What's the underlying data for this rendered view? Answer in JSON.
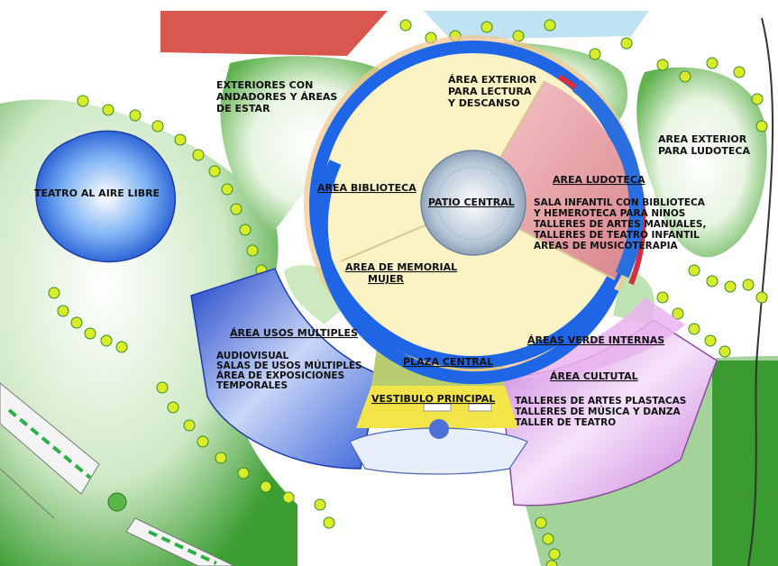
{
  "labels": {
    "exteriores_line1": "EXTERIORES CON",
    "exteriores_line2": "ANDADORES Y ÁREAS",
    "exteriores_line3": "DE ESTAR",
    "lectura_line1": "ÁREA EXTERIOR",
    "lectura_line2": "PARA LECTURA",
    "lectura_line3": "Y DESCANSO",
    "ludoteca_ext_line1": "AREA EXTERIOR",
    "ludoteca_ext_line2": "PARA LUDOTECA",
    "teatro_aire": "TEATRO AL AIRE LIBRE",
    "biblioteca": "AREA BIBLIOTECA",
    "patio": "PATIO CENTRAL",
    "ludoteca": "AREA LUDOTECA",
    "ludoteca_desc": [
      "SALA INFANTIL CON BIBLIOTECA",
      "Y HEMEROTECA PARA NINOS",
      "TALLERES DE ARTES MANUALES,",
      "TALLERES  DE TEATRO INFANTIL",
      "AREAS DE MUSICOTERAPIA"
    ],
    "memorial_line1": "AREA DE MEMORIAL",
    "memorial_line2": "MUJER",
    "usos": "ÁREA USOS MÚLTIPLES",
    "usos_desc": [
      "AUDIOVISUAL",
      "SALAS DE USOS MÚLTIPLES",
      "ÁREA DE EXPOSICIONES",
      " TEMPORALES"
    ],
    "plaza": "PLAZA CENTRAL",
    "verde": "ÁREAS VERDE INTERNAS",
    "vestibulo": "VESTIBULO PRINCIPAL",
    "cultural": "ÁREA CULTUTAL",
    "cultural_desc": [
      "TALLERES DE ARTES PLASTACAS",
      "TALLERES DE MÚSICA Y DANZA",
      "TALLER DE TEATRO"
    ]
  },
  "colors": {
    "biblioteca_ring": "#2a6fe0",
    "biblioteca_fill": "#fbf3c6",
    "ludoteca_fill": "#e8a8ac",
    "ludoteca_border": "#d43040",
    "patio": "#9fb4cc",
    "teatro": "#2d6fe0",
    "usos": "#3b5fd6",
    "plaza": "#b8cc70",
    "vestibulo": "#f3e44a",
    "cultural": "#d39be3",
    "verde": "#e9a6ee",
    "green": "#3fa536",
    "tree": "#d8ec2a"
  },
  "icons": [
    "tree-icon",
    "entrance-dome-icon"
  ]
}
